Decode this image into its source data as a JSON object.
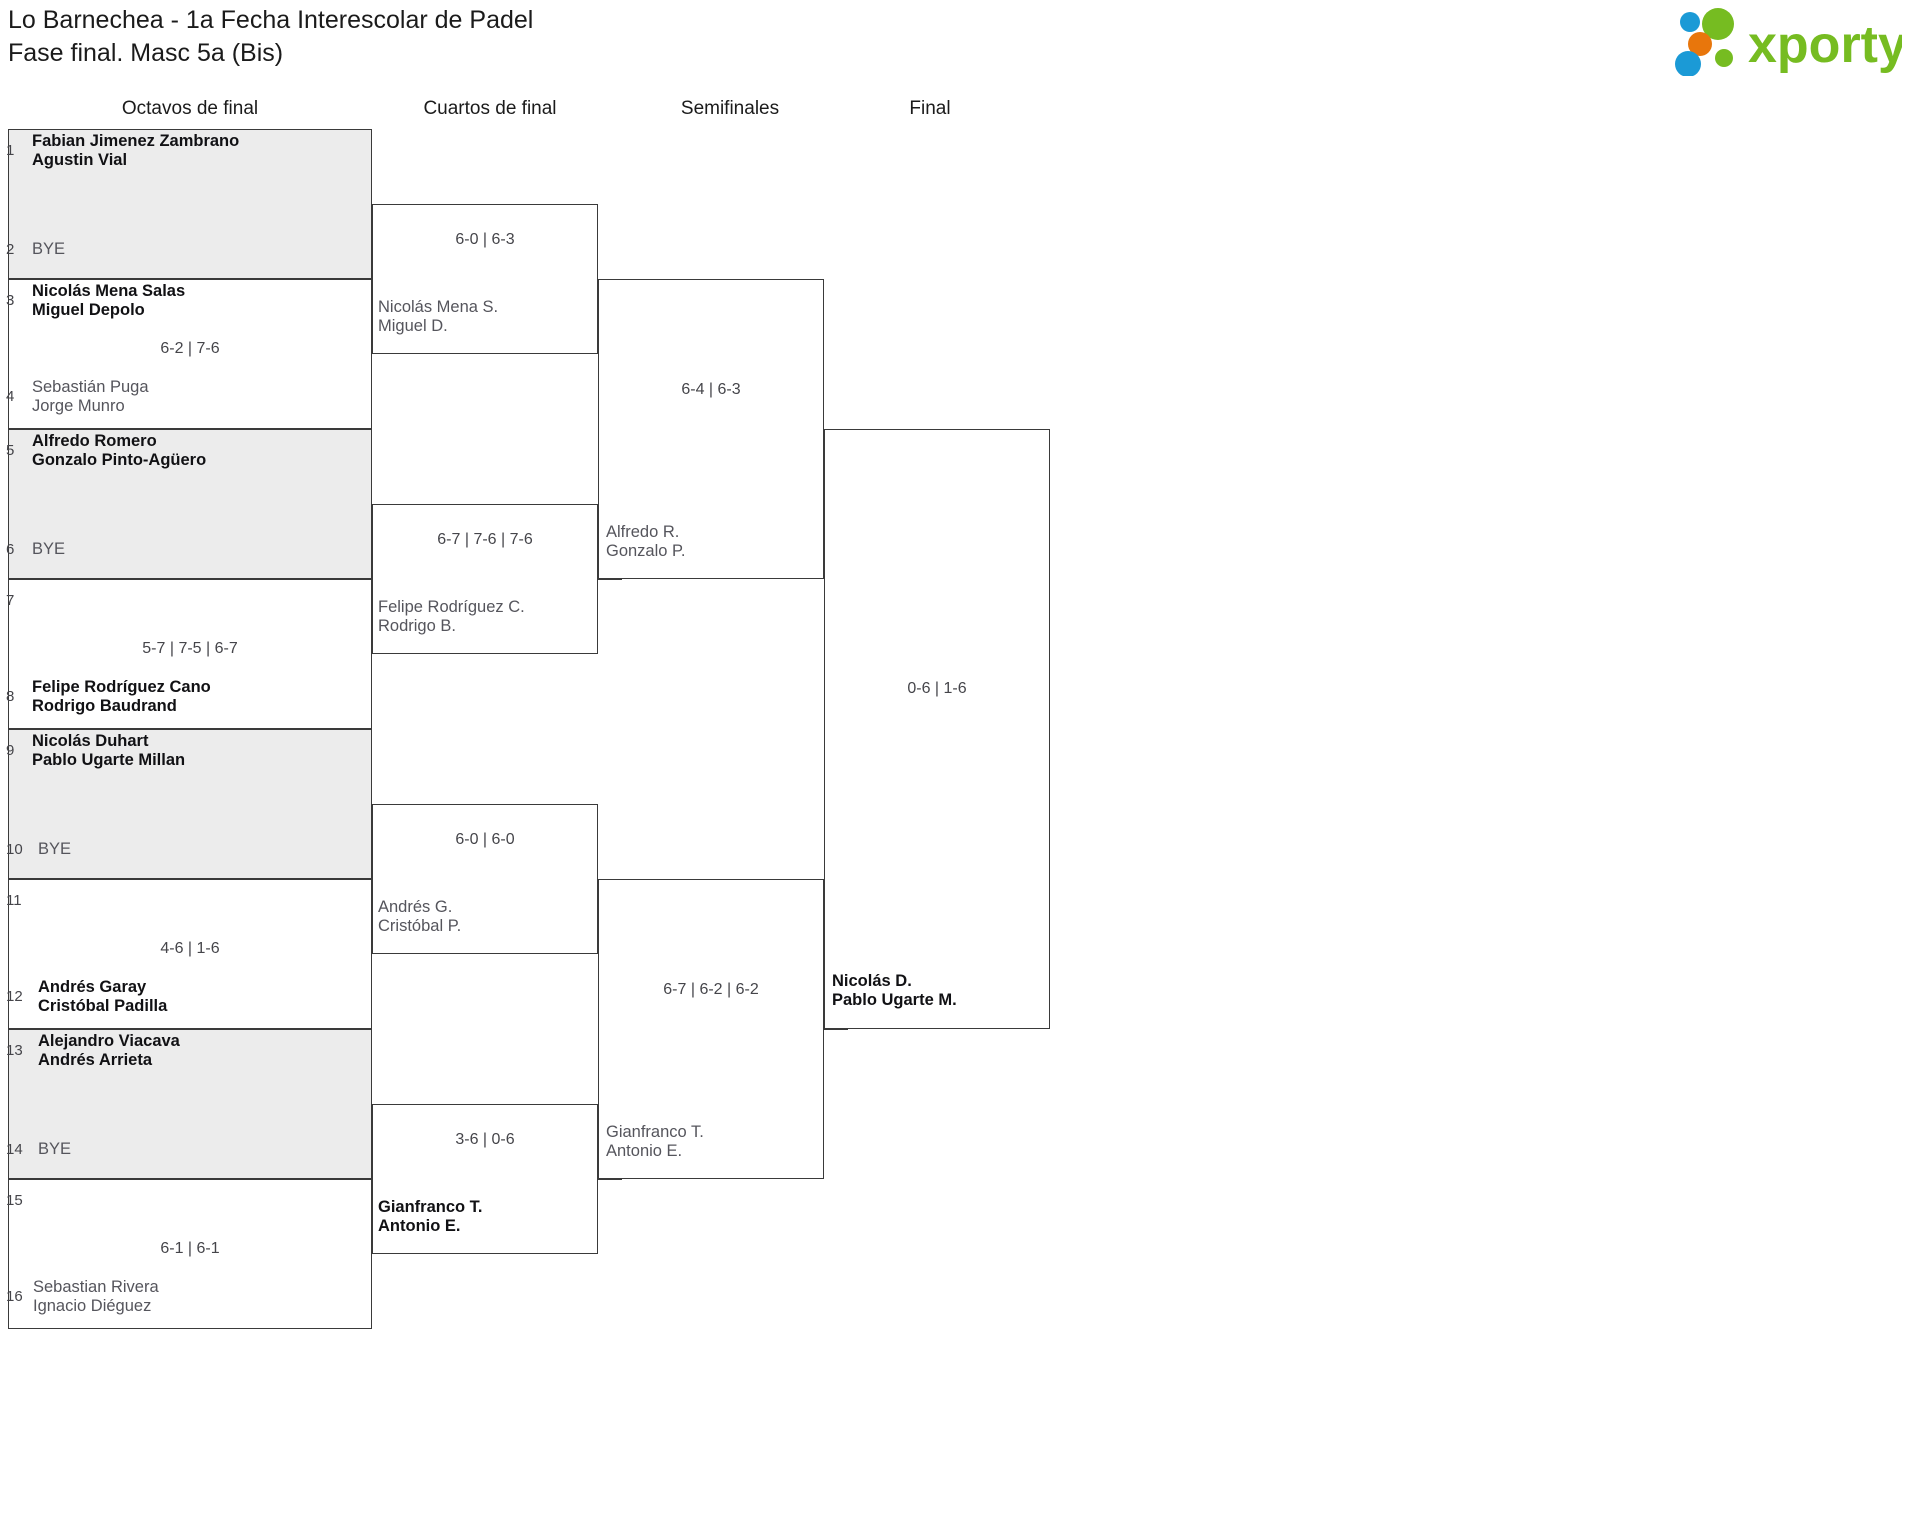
{
  "header": {
    "title_line1": "Lo Barnechea - 1a Fecha Interescolar de Padel",
    "title_line2": "Fase final. Masc 5a (Bis)",
    "logo_text": "xporty",
    "logo_colors": {
      "green": "#76bc21",
      "blue": "#1b9ad6",
      "orange": "#e8760c"
    }
  },
  "rounds": [
    {
      "label": "Octavos de final"
    },
    {
      "label": "Cuartos de final"
    },
    {
      "label": "Semifinales"
    },
    {
      "label": "Final"
    }
  ],
  "round1": {
    "slots": [
      {
        "seed": "1",
        "line1": "Fabian Jimenez Zambrano",
        "line2": "Agustin Vial",
        "state": "win"
      },
      {
        "seed": "2",
        "line1": "BYE",
        "line2": "",
        "state": "bye"
      },
      {
        "seed": "3",
        "line1": "Nicolás Mena Salas",
        "line2": "Miguel Depolo",
        "state": "win"
      },
      {
        "seed": "4",
        "line1": "Sebastián Puga",
        "line2": "Jorge Munro",
        "state": "lose"
      },
      {
        "seed": "5",
        "line1": "Alfredo Romero",
        "line2": "Gonzalo Pinto-Agüero",
        "state": "win"
      },
      {
        "seed": "6",
        "line1": "BYE",
        "line2": "",
        "state": "bye"
      },
      {
        "seed": "7",
        "line1": "",
        "line2": "",
        "state": "lose"
      },
      {
        "seed": "8",
        "line1": "Felipe Rodríguez Cano",
        "line2": "Rodrigo Baudrand",
        "state": "win"
      },
      {
        "seed": "9",
        "line1": "Nicolás Duhart",
        "line2": "Pablo Ugarte Millan",
        "state": "win"
      },
      {
        "seed": "10",
        "line1": "BYE",
        "line2": "",
        "state": "bye"
      },
      {
        "seed": "11",
        "line1": "",
        "line2": "",
        "state": "lose"
      },
      {
        "seed": "12",
        "line1": "Andrés Garay",
        "line2": "Cristóbal Padilla",
        "state": "win"
      },
      {
        "seed": "13",
        "line1": "Alejandro Viacava",
        "line2": "Andrés Arrieta",
        "state": "win"
      },
      {
        "seed": "14",
        "line1": "BYE",
        "line2": "",
        "state": "bye"
      },
      {
        "seed": "15",
        "line1": "",
        "line2": "",
        "state": "lose"
      },
      {
        "seed": "16",
        "line1": "Sebastian Rivera",
        "line2": "Ignacio Diéguez",
        "state": "lose"
      }
    ],
    "scores": [
      "",
      "6-2 | 7-6",
      "",
      "5-7 | 7-5 | 6-7",
      "",
      "4-6 | 1-6",
      "",
      "6-1 | 6-1"
    ]
  },
  "quarterfinals": [
    {
      "score": "6-0 | 6-3",
      "line1": "Nicolás Mena S.",
      "line2": "Miguel D.",
      "state": "lose"
    },
    {
      "score": "6-7 | 7-6 | 7-6",
      "line1": "Felipe Rodríguez C.",
      "line2": "Rodrigo B.",
      "state": "lose"
    },
    {
      "score": "6-0 | 6-0",
      "line1": "Andrés G.",
      "line2": "Cristóbal P.",
      "state": "lose"
    },
    {
      "score": "3-6 | 0-6",
      "line1": "Gianfranco T.",
      "line2": "Antonio E.",
      "state": "win"
    }
  ],
  "semifinals": [
    {
      "score": "6-4 | 6-3",
      "line1": "Alfredo R.",
      "line2": "Gonzalo P.",
      "state": "lose"
    },
    {
      "score": "6-7 | 6-2 | 6-2",
      "line1": "Gianfranco T.",
      "line2": "Antonio E.",
      "state": "lose"
    }
  ],
  "final": {
    "score": "0-6 | 1-6",
    "line1": "Nicolás D.",
    "line2": "Pablo Ugarte M.",
    "state": "win"
  }
}
